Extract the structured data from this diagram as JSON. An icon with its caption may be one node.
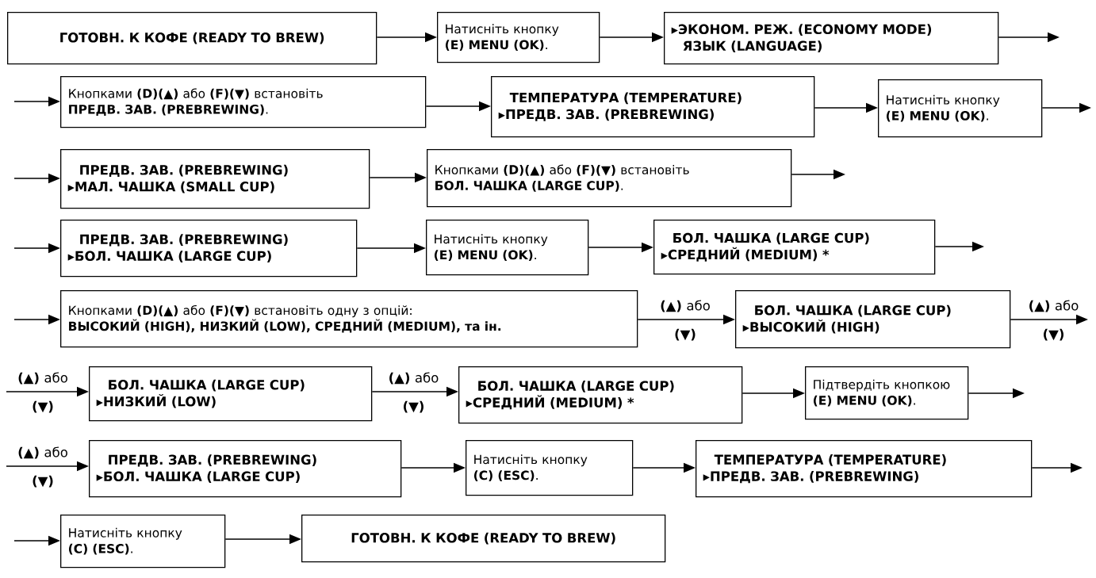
{
  "diagram": {
    "nodes": [
      {
        "text": [
          "ГОТОВН. К КОФЕ (READY TO BREW)"
        ]
      },
      {
        "text": [
          "Натисніть кнопку **(E) MENU (OK)**."
        ]
      },
      {
        "text": [
          "▸ЭКОНОМ. РЕЖ. (ECONOMY MODE)",
          "ЯЗЫК (LANGUAGE)"
        ]
      },
      {
        "text": [
          "Кнопками **(D)(▲)** або **(F)(▼)** встановіть **ПРЕДВ. ЗАВ. (PREBREWING)**."
        ]
      },
      {
        "text": [
          "ТЕМПЕРАТУРА (TEMPERATURE)",
          "▸ПРЕДВ. ЗАВ. (PREBREWING)"
        ]
      },
      {
        "text": [
          "Натисніть кнопку **(E) MENU (OK)**."
        ]
      },
      {
        "text": [
          "ПРЕДВ. ЗАВ. (PREBREWING)",
          "▸МАЛ. ЧАШКА (SMALL CUP)"
        ]
      },
      {
        "text": [
          "Кнопками **(D)(▲)** або **(F)(▼)** встановіть **БОЛ. ЧАШКА (LARGE CUP)**."
        ]
      },
      {
        "text": [
          "ПРЕДВ. ЗАВ. (PREBREWING)",
          "▸БОЛ. ЧАШКА (LARGE CUP)"
        ]
      },
      {
        "text": [
          "Натисніть кнопку **(E) MENU (OK)**."
        ]
      },
      {
        "text": [
          "БОЛ. ЧАШКА (LARGE CUP)",
          "▸СРЕДНИЙ (MEDIUM) *"
        ]
      },
      {
        "text": [
          "Кнопками **(D)(▲)** або **(F)(▼)** встановіть одну з опцій:",
          "**ВЫСОКИЙ (HIGH), НИЗКИЙ (LOW), СРЕДНИЙ (MEDIUM), та ін.**"
        ]
      },
      {
        "text": [
          "БОЛ. ЧАШКА (LARGE CUP)",
          "▸ВЫСОКИЙ (HIGH)"
        ]
      },
      {
        "text": [
          "БОЛ. ЧАШКА (LARGE CUP)",
          "▸НИЗКИЙ (LOW)"
        ]
      },
      {
        "text": [
          "БОЛ. ЧАШКА (LARGE CUP)",
          "▸СРЕДНИЙ (MEDIUM) *"
        ]
      },
      {
        "text": [
          "Підтвердіть кнопкою **(E) MENU (OK)**."
        ]
      },
      {
        "text": [
          "ПРЕДВ. ЗАВ. (PREBREWING)",
          "▸БОЛ. ЧАШКА (LARGE CUP)"
        ]
      },
      {
        "text": [
          "Натисніть кнопку **(C) (ESC)**."
        ]
      },
      {
        "text": [
          "ТЕМПЕРАТУРА (TEMPERATURE)",
          "▸ПРЕДВ. ЗАВ. (PREBREWING)"
        ]
      },
      {
        "text": [
          "Натисніть кнопку **(C) (ESC)**."
        ]
      },
      {
        "text": [
          "ГОТОВН. К КОФЕ (READY TO BREW)"
        ]
      }
    ],
    "edges": [
      {
        "from": 0,
        "to": 1,
        "arrow": "to"
      },
      {
        "from": 1,
        "to": 2,
        "arrow": "to"
      },
      {
        "from": 2,
        "to": null,
        "arrow": "to"
      },
      {
        "from": null,
        "to": 3,
        "arrow": "to"
      },
      {
        "from": 3,
        "to": 4,
        "arrow": "to"
      },
      {
        "from": 4,
        "to": 5,
        "arrow": "to"
      },
      {
        "from": 5,
        "to": null,
        "arrow": "to"
      },
      {
        "from": null,
        "to": 6,
        "arrow": "to"
      },
      {
        "from": 6,
        "to": 7,
        "arrow": "to"
      },
      {
        "from": 7,
        "to": null,
        "arrow": "to"
      },
      {
        "from": null,
        "to": 8,
        "arrow": "to"
      },
      {
        "from": 8,
        "to": 9,
        "arrow": "to"
      },
      {
        "from": 9,
        "to": 10,
        "arrow": "to"
      },
      {
        "from": 10,
        "to": null,
        "arrow": "to"
      },
      {
        "from": null,
        "to": 11,
        "arrow": "to"
      },
      {
        "from": 11,
        "to": 12,
        "arrow": "to",
        "label": "**(▲)** або **(▼)**"
      },
      {
        "from": 12,
        "to": null,
        "arrow": "to",
        "label": "**(▲)** або **(▼)**"
      },
      {
        "from": null,
        "to": 13,
        "arrow": "to",
        "label": "**(▲)** або **(▼)**"
      },
      {
        "from": 13,
        "to": 14,
        "arrow": "to",
        "label": "**(▲)** або **(▼)**"
      },
      {
        "from": 14,
        "to": 15,
        "arrow": "to"
      },
      {
        "from": 15,
        "to": null,
        "arrow": "to"
      },
      {
        "from": null,
        "to": 16,
        "arrow": "to",
        "label": "**(▲)** або **(▼)**"
      },
      {
        "from": 16,
        "to": 17,
        "arrow": "to"
      },
      {
        "from": 17,
        "to": 18,
        "arrow": "to"
      },
      {
        "from": 18,
        "to": null,
        "arrow": "to"
      },
      {
        "from": null,
        "to": 19,
        "arrow": "to"
      },
      {
        "from": 19,
        "to": 20,
        "arrow": "to"
      }
    ]
  }
}
